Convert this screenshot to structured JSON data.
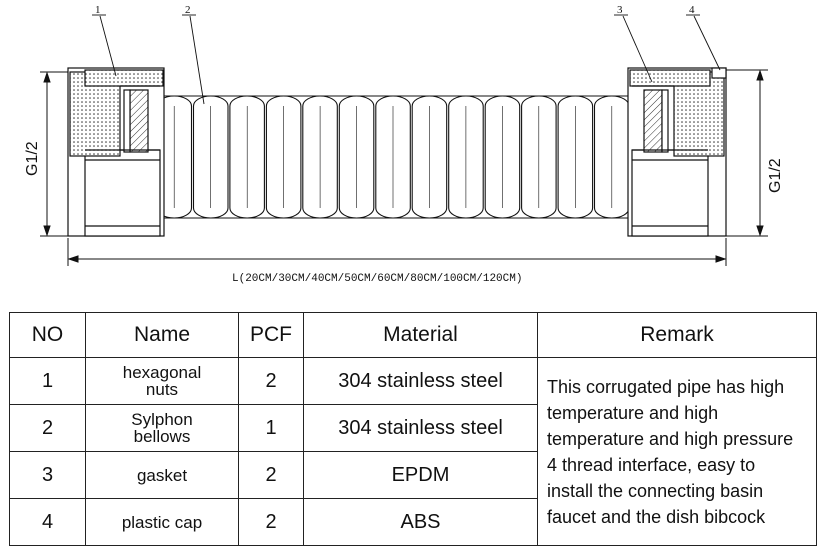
{
  "diagram": {
    "callouts": [
      "1",
      "2",
      "3",
      "4"
    ],
    "left_thread_label": "G1/2",
    "right_thread_label": "G1/2",
    "length_label": "L(20CM/30CM/40CM/50CM/60CM/80CM/100CM/120CM)",
    "bellows_convolutions": 13
  },
  "table": {
    "headers": [
      "NO",
      "Name",
      "PCF",
      "Material",
      "Remark"
    ],
    "rows": [
      {
        "no": "1",
        "name_line1": "hexagonal",
        "name_line2": "nuts",
        "pcf": "2",
        "material": "304 stainless steel"
      },
      {
        "no": "2",
        "name_line1": "Sylphon",
        "name_line2": "bellows",
        "pcf": "1",
        "material": "304 stainless steel"
      },
      {
        "no": "3",
        "name_line1": "gasket",
        "name_line2": "",
        "pcf": "2",
        "material": "EPDM"
      },
      {
        "no": "4",
        "name_line1": "plastic cap",
        "name_line2": "",
        "pcf": "2",
        "material": "ABS"
      }
    ],
    "remark_lines": [
      "This corrugated pipe has high",
      "temperature and high",
      "temperature and high pressure",
      "4 thread interface, easy to",
      "install the connecting basin",
      "faucet and the dish bibcock"
    ]
  }
}
